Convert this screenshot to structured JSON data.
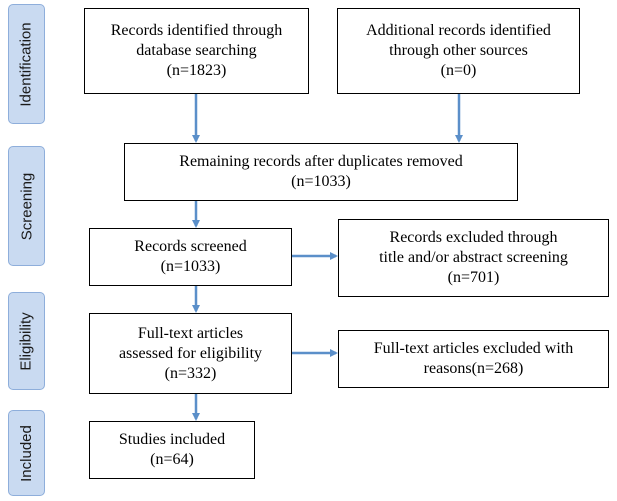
{
  "phases": {
    "identification": "Identification",
    "screening": "Screening",
    "eligibility": "Eligibility",
    "included": "Included"
  },
  "boxes": {
    "database_records": {
      "line1": "Records identified through",
      "line2": "database searching",
      "line3": "(n=1823)"
    },
    "other_sources": {
      "line1": "Additional records identified",
      "line2": "through other sources",
      "line3": "(n=0)"
    },
    "duplicates_removed": {
      "line1": "Remaining records after duplicates removed",
      "line2": "(n=1033)"
    },
    "screened": {
      "line1": "Records screened",
      "line2": "(n=1033)"
    },
    "excluded_title_abstract": {
      "line1": "Records excluded through",
      "line2": "title and/or abstract screening",
      "line3": "(n=701)"
    },
    "fulltext_assessed": {
      "line1": "Full-text articles",
      "line2": "assessed for eligibility",
      "line3": "(n=332)"
    },
    "fulltext_excluded": {
      "line1": "Full-text articles excluded with",
      "line2": "reasons(n=268)"
    },
    "included": {
      "line1": "Studies included",
      "line2": "(n=64)"
    }
  },
  "colors": {
    "arrow": "#5b8fc9",
    "phase_fill": "#c9daf1",
    "phase_border": "#8eaedb",
    "box_border": "#000000"
  }
}
